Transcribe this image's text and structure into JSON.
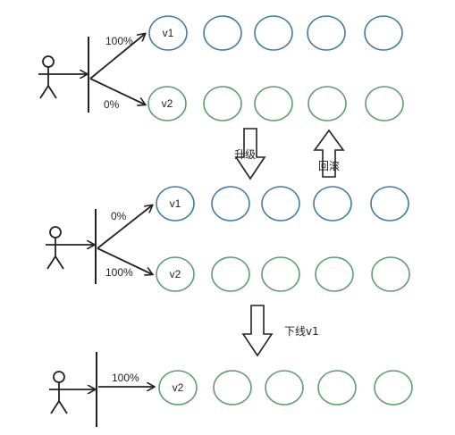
{
  "colors": {
    "v1_stroke": "#3d7aa8",
    "v2_stroke": "#5a9e6c",
    "ink": "#222222"
  },
  "panel1": {
    "top_percent": "100%",
    "bottom_percent": "0%",
    "top_node": "v1",
    "bottom_node": "v2"
  },
  "transition_upgrade": {
    "label": "升级",
    "direction": "down"
  },
  "transition_rollback": {
    "label": "回滚",
    "direction": "up"
  },
  "panel2": {
    "top_percent": "0%",
    "bottom_percent": "100%",
    "top_node": "v1",
    "bottom_node": "v2"
  },
  "transition_offline": {
    "label": "下线v1",
    "direction": "down"
  },
  "panel3": {
    "percent": "100%",
    "node": "v2"
  }
}
